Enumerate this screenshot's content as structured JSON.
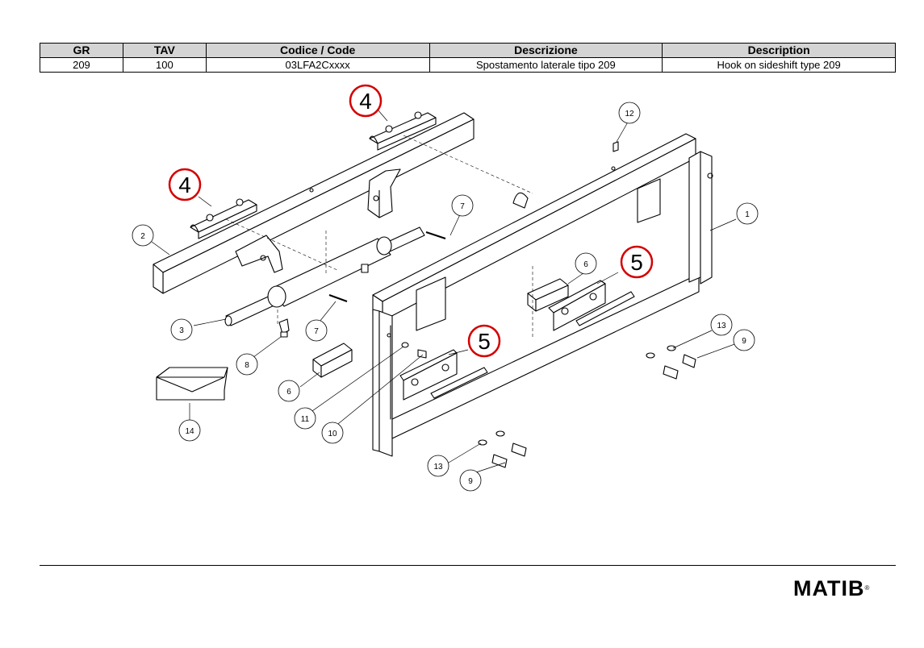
{
  "header": {
    "columns": [
      "GR",
      "TAV",
      "Codice / Code",
      "Descrizione",
      "Description"
    ],
    "row": [
      "209",
      "100",
      "03LFA2Cxxxx",
      "Spostamento laterale tipo 209",
      "Hook on sideshift type 209"
    ]
  },
  "callouts": {
    "c1": "1",
    "c2": "2",
    "c3": "3",
    "c6a": "6",
    "c6b": "6",
    "c7a": "7",
    "c7b": "7",
    "c8": "8",
    "c9a": "9",
    "c9b": "9",
    "c10": "10",
    "c11": "11",
    "c12": "12",
    "c13a": "13",
    "c13b": "13",
    "c14": "14"
  },
  "highlights": {
    "h4a": "4",
    "h4b": "4",
    "h5a": "5",
    "h5b": "5"
  },
  "brand": {
    "logo": "MATIB",
    "mark": "®"
  }
}
